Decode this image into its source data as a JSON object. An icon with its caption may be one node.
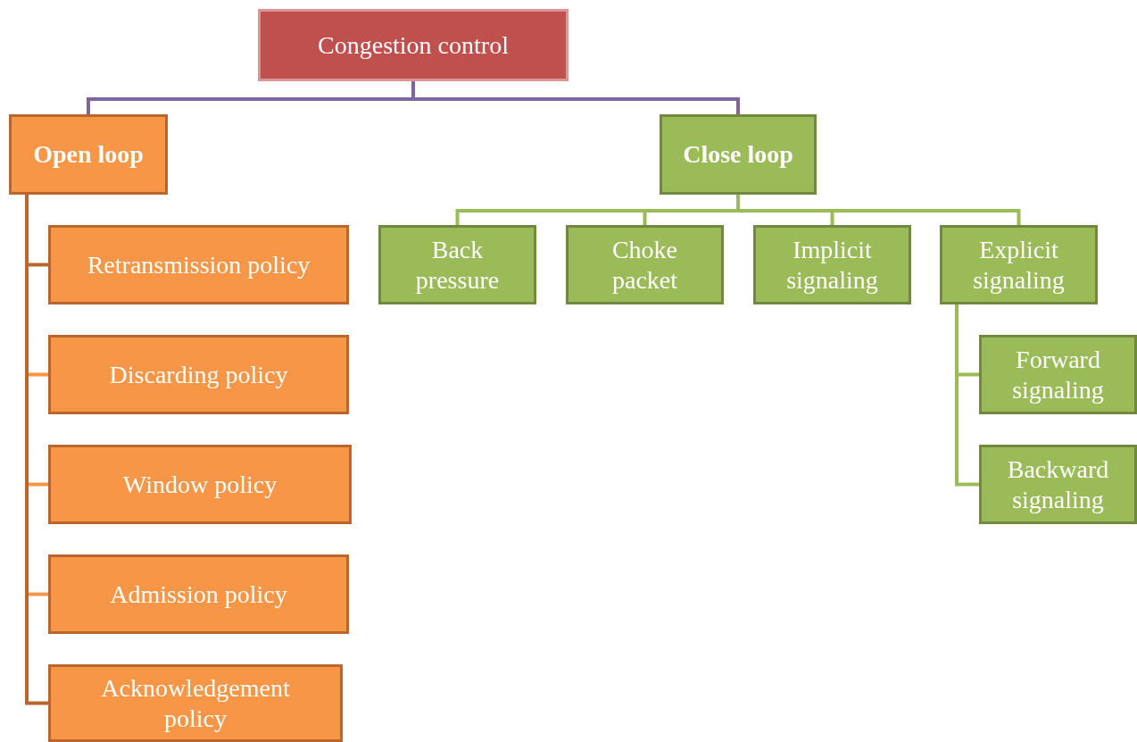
{
  "diagram": {
    "nodes": [
      {
        "text": [
          "Congestion control"
        ]
      },
      {
        "text": [
          "Open loop"
        ]
      },
      {
        "text": [
          "Retransmission policy"
        ]
      },
      {
        "text": [
          "Discarding policy"
        ]
      },
      {
        "text": [
          "Window policy"
        ]
      },
      {
        "text": [
          "Admission policy"
        ]
      },
      {
        "text": [
          "Acknowledgement policy"
        ]
      },
      {
        "text": [
          "Close loop"
        ]
      },
      {
        "text": [
          "Back pressure"
        ]
      },
      {
        "text": [
          "Choke packet"
        ]
      },
      {
        "text": [
          "Implicit signaling"
        ]
      },
      {
        "text": [
          "Explicit signaling"
        ]
      },
      {
        "text": [
          "Forward signaling"
        ]
      },
      {
        "text": [
          "Backward signaling"
        ]
      }
    ],
    "edges": [
      {
        "from": 0,
        "to": 1,
        "arrow": "none",
        "color": "#8064a2"
      },
      {
        "from": 0,
        "to": 7,
        "arrow": "none",
        "color": "#8064a2"
      },
      {
        "from": 1,
        "to": 2,
        "arrow": "none"
      },
      {
        "from": 1,
        "to": 3,
        "arrow": "none",
        "color": "#f79646"
      },
      {
        "from": 1,
        "to": 4,
        "arrow": "none",
        "color": "#f79646"
      },
      {
        "from": 1,
        "to": 5,
        "arrow": "none",
        "color": "#f79646"
      },
      {
        "from": 1,
        "to": 6,
        "arrow": "none"
      },
      {
        "from": 7,
        "to": 8,
        "arrow": "none",
        "color": "#9bbb59"
      },
      {
        "from": 7,
        "to": 9,
        "arrow": "none",
        "color": "#9bbb59"
      },
      {
        "from": 7,
        "to": 10,
        "arrow": "none",
        "color": "#9bbb59"
      },
      {
        "from": 7,
        "to": 11,
        "arrow": "none",
        "color": "#9bbb59"
      },
      {
        "from": 11,
        "to": 12,
        "arrow": "none",
        "color": "#9bbb59"
      },
      {
        "from": 11,
        "to": 13,
        "arrow": "none",
        "color": "#9bbb59"
      }
    ]
  }
}
